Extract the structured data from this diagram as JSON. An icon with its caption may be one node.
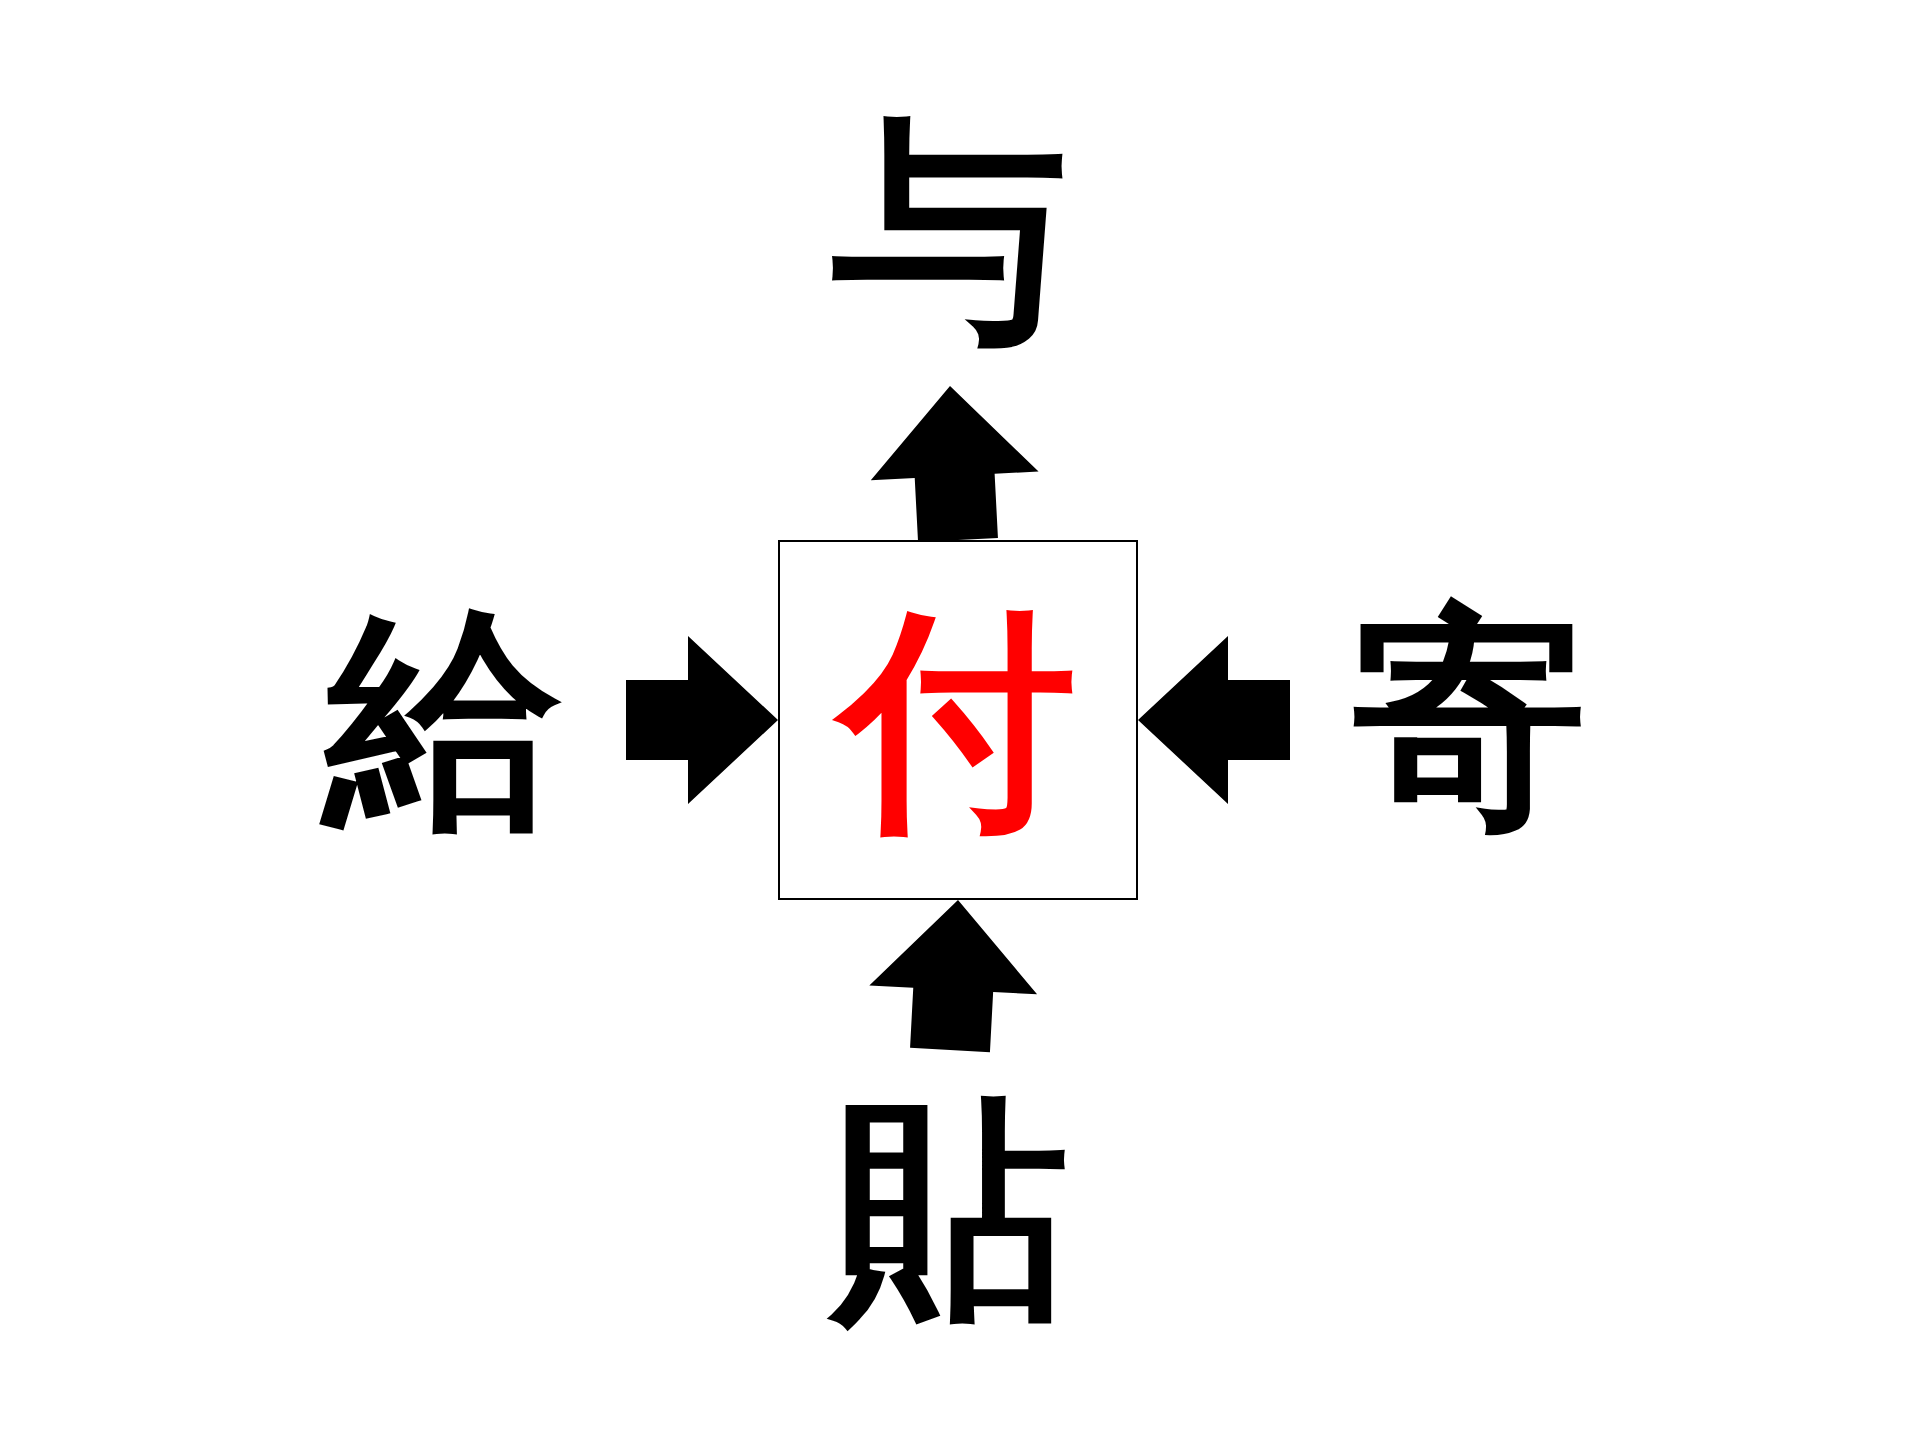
{
  "diagram": {
    "nodes": [
      {
        "text": [
          "付"
        ]
      },
      {
        "text": [
          "与"
        ]
      },
      {
        "text": [
          "給"
        ]
      },
      {
        "text": [
          "寄"
        ]
      },
      {
        "text": [
          "貼"
        ]
      }
    ],
    "edges": [
      {
        "from": 0,
        "to": 1,
        "arrow": "to"
      },
      {
        "from": 2,
        "to": 0,
        "arrow": "to"
      },
      {
        "from": 3,
        "to": 0,
        "arrow": "to"
      },
      {
        "from": 4,
        "to": 0,
        "arrow": "to"
      }
    ]
  }
}
